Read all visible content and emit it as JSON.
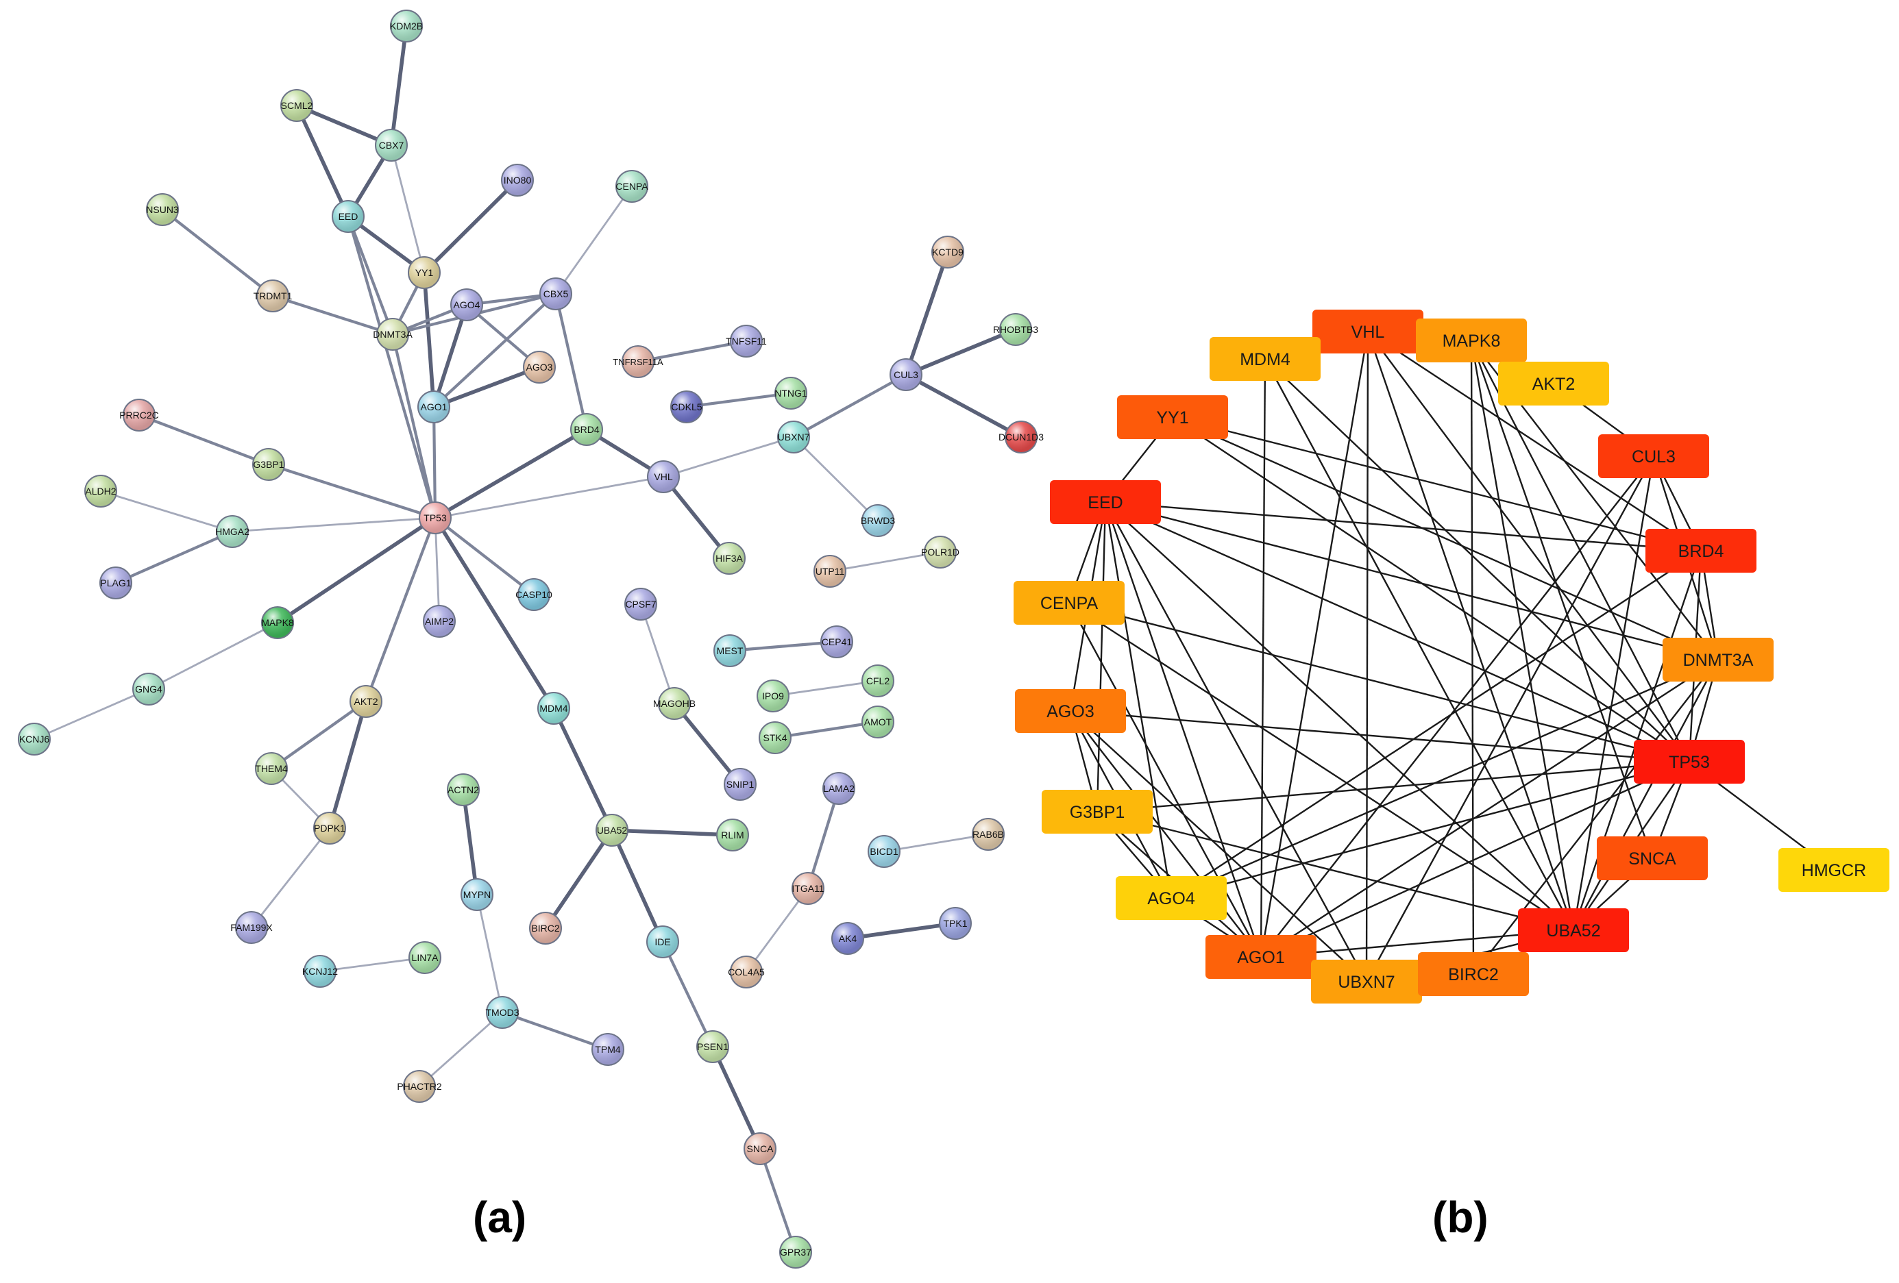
{
  "panel_a": {
    "label": "(a)",
    "nodes": [
      {
        "id": "KDM2B",
        "color": "#a6e0c5"
      },
      {
        "id": "SCML2",
        "color": "#c2dea0"
      },
      {
        "id": "CBX7",
        "color": "#a6e0c5"
      },
      {
        "id": "INO80",
        "color": "#a9a9e2"
      },
      {
        "id": "CENPA",
        "color": "#a6e0c5"
      },
      {
        "id": "NSUN3",
        "color": "#c2dea0"
      },
      {
        "id": "EED",
        "color": "#8fd8d8"
      },
      {
        "id": "YY1",
        "color": "#ddd09a"
      },
      {
        "id": "TRDMT1",
        "color": "#ddc7a8"
      },
      {
        "id": "AGO4",
        "color": "#a9a9e2"
      },
      {
        "id": "CBX5",
        "color": "#a9a9e2"
      },
      {
        "id": "DNMT3A",
        "color": "#d3e0ad"
      },
      {
        "id": "AGO3",
        "color": "#e5c1a6"
      },
      {
        "id": "KCTD9",
        "color": "#e5c1a6"
      },
      {
        "id": "RHOBTB3",
        "color": "#a6e0a6"
      },
      {
        "id": "TNFRSF11A",
        "color": "#e5b4a6"
      },
      {
        "id": "TNFSF11",
        "color": "#a9a9e2"
      },
      {
        "id": "CUL3",
        "color": "#a9a9e2"
      },
      {
        "id": "AGO1",
        "color": "#9ad4e8"
      },
      {
        "id": "CDKL5",
        "color": "#6f73c8"
      },
      {
        "id": "NTNG1",
        "color": "#a6e0a6"
      },
      {
        "id": "PRRC2C",
        "color": "#e5a6a6"
      },
      {
        "id": "BRD4",
        "color": "#a6e0a6"
      },
      {
        "id": "UBXN7",
        "color": "#8fe0d8"
      },
      {
        "id": "DCUN1D3",
        "color": "#e54a4a"
      },
      {
        "id": "G3BP1",
        "color": "#c2dea0"
      },
      {
        "id": "VHL",
        "color": "#a9a9e2"
      },
      {
        "id": "ALDH2",
        "color": "#c2dea0"
      },
      {
        "id": "TP53",
        "color": "#f0a8a8"
      },
      {
        "id": "BRWD3",
        "color": "#9ad4e8"
      },
      {
        "id": "HMGA2",
        "color": "#a6e0c5"
      },
      {
        "id": "HIF3A",
        "color": "#c2e0a6"
      },
      {
        "id": "UTP11",
        "color": "#e5c1a6"
      },
      {
        "id": "POLR1D",
        "color": "#d3e0ad"
      },
      {
        "id": "CASP10",
        "color": "#7fc8e0"
      },
      {
        "id": "PLAG1",
        "color": "#a9a9e2"
      },
      {
        "id": "AIMP2",
        "color": "#a9a9e2"
      },
      {
        "id": "CPSF7",
        "color": "#a9a9e2"
      },
      {
        "id": "MAPK8",
        "color": "#3fb85a"
      },
      {
        "id": "MEST",
        "color": "#8fd8e0"
      },
      {
        "id": "CEP41",
        "color": "#a9a9e2"
      },
      {
        "id": "CFL2",
        "color": "#a6e0a6"
      },
      {
        "id": "GNG4",
        "color": "#a6e0c5"
      },
      {
        "id": "IPO9",
        "color": "#a6e0a6"
      },
      {
        "id": "AKT2",
        "color": "#ddd09a"
      },
      {
        "id": "MAGOHB",
        "color": "#c2e0a6"
      },
      {
        "id": "MDM4",
        "color": "#8fe0d8"
      },
      {
        "id": "STK4",
        "color": "#a6e0a6"
      },
      {
        "id": "AMOT",
        "color": "#a6e0a6"
      },
      {
        "id": "KCNJ6",
        "color": "#a6e0c5"
      },
      {
        "id": "THEM4",
        "color": "#c2e0a6"
      },
      {
        "id": "SNIP1",
        "color": "#a9a9e2"
      },
      {
        "id": "LAMA2",
        "color": "#a9a9e2"
      },
      {
        "id": "ACTN2",
        "color": "#a6e0a6"
      },
      {
        "id": "PDPK1",
        "color": "#ddd09a"
      },
      {
        "id": "UBA52",
        "color": "#c2e0a6"
      },
      {
        "id": "RLIM",
        "color": "#a6e0a6"
      },
      {
        "id": "RAB6B",
        "color": "#ddc7a8"
      },
      {
        "id": "BICD1",
        "color": "#9ad4e8"
      },
      {
        "id": "ITGA11",
        "color": "#e5b4a6"
      },
      {
        "id": "MYPN",
        "color": "#9ad4e8"
      },
      {
        "id": "FAM199X",
        "color": "#a9a9e2"
      },
      {
        "id": "BIRC2",
        "color": "#e5b4a6"
      },
      {
        "id": "AK4",
        "color": "#7f86d4"
      },
      {
        "id": "TPK1",
        "color": "#9aa4e0"
      },
      {
        "id": "KCNJ12",
        "color": "#8fd8e0"
      },
      {
        "id": "LIN7A",
        "color": "#a6e0a6"
      },
      {
        "id": "IDE",
        "color": "#8fd8e0"
      },
      {
        "id": "COL4A5",
        "color": "#e5c1a6"
      },
      {
        "id": "TMOD3",
        "color": "#8fd8e0"
      },
      {
        "id": "TPM4",
        "color": "#a9a9e2"
      },
      {
        "id": "PSEN1",
        "color": "#c2e0a6"
      },
      {
        "id": "PHACTR2",
        "color": "#ddc7a8"
      },
      {
        "id": "SNCA",
        "color": "#e5b4a6"
      },
      {
        "id": "GPR37",
        "color": "#a6e0a6"
      }
    ],
    "edges": [
      [
        "KDM2B",
        "CBX7",
        4
      ],
      [
        "SCML2",
        "CBX7",
        4
      ],
      [
        "SCML2",
        "EED",
        4
      ],
      [
        "CBX7",
        "EED",
        4
      ],
      [
        "CBX7",
        "YY1",
        2
      ],
      [
        "INO80",
        "YY1",
        4
      ],
      [
        "EED",
        "YY1",
        4
      ],
      [
        "EED",
        "DNMT3A",
        3
      ],
      [
        "NSUN3",
        "TRDMT1",
        3
      ],
      [
        "TRDMT1",
        "DNMT3A",
        3
      ],
      [
        "YY1",
        "AGO1",
        4
      ],
      [
        "YY1",
        "DNMT3A",
        3
      ],
      [
        "DNMT3A",
        "AGO4",
        3
      ],
      [
        "DNMT3A",
        "CBX5",
        3
      ],
      [
        "DNMT3A",
        "TP53",
        3
      ],
      [
        "AGO4",
        "AGO1",
        4
      ],
      [
        "AGO4",
        "AGO3",
        3
      ],
      [
        "AGO4",
        "CBX5",
        3
      ],
      [
        "CBX5",
        "AGO1",
        3
      ],
      [
        "AGO1",
        "AGO3",
        4
      ],
      [
        "AGO1",
        "TP53",
        3
      ],
      [
        "CENPA",
        "CBX5",
        2
      ],
      [
        "CBX5",
        "BRD4",
        3
      ],
      [
        "EED",
        "TP53",
        3
      ],
      [
        "TNFRSF11A",
        "TNFSF11",
        3
      ],
      [
        "CDKL5",
        "NTNG1",
        3
      ],
      [
        "KCTD9",
        "CUL3",
        4
      ],
      [
        "RHOBTB3",
        "CUL3",
        4
      ],
      [
        "CUL3",
        "DCUN1D3",
        4
      ],
      [
        "CUL3",
        "UBXN7",
        3
      ],
      [
        "BRD4",
        "TP53",
        4
      ],
      [
        "BRD4",
        "VHL",
        4
      ],
      [
        "UBXN7",
        "VHL",
        2
      ],
      [
        "VHL",
        "TP53",
        2
      ],
      [
        "VHL",
        "HIF3A",
        4
      ],
      [
        "UBXN7",
        "BRWD3",
        2
      ],
      [
        "PRRC2C",
        "G3BP1",
        3
      ],
      [
        "G3BP1",
        "TP53",
        3
      ],
      [
        "ALDH2",
        "HMGA2",
        2
      ],
      [
        "HMGA2",
        "TP53",
        2
      ],
      [
        "HMGA2",
        "PLAG1",
        3
      ],
      [
        "TP53",
        "CASP10",
        3
      ],
      [
        "TP53",
        "AIMP2",
        2
      ],
      [
        "TP53",
        "MAPK8",
        4
      ],
      [
        "TP53",
        "AKT2",
        3
      ],
      [
        "TP53",
        "MDM4",
        4
      ],
      [
        "UTP11",
        "POLR1D",
        2
      ],
      [
        "MAPK8",
        "GNG4",
        2
      ],
      [
        "GNG4",
        "KCNJ6",
        2
      ],
      [
        "AKT2",
        "THEM4",
        3
      ],
      [
        "AKT2",
        "PDPK1",
        4
      ],
      [
        "THEM4",
        "PDPK1",
        2
      ],
      [
        "PDPK1",
        "FAM199X",
        2
      ],
      [
        "CPSF7",
        "MAGOHB",
        2
      ],
      [
        "MAGOHB",
        "SNIP1",
        4
      ],
      [
        "MEST",
        "CEP41",
        3
      ],
      [
        "IPO9",
        "CFL2",
        2
      ],
      [
        "STK4",
        "AMOT",
        3
      ],
      [
        "MDM4",
        "UBA52",
        4
      ],
      [
        "UBA52",
        "RLIM",
        4
      ],
      [
        "UBA52",
        "BIRC2",
        4
      ],
      [
        "UBA52",
        "IDE",
        4
      ],
      [
        "IDE",
        "PSEN1",
        3
      ],
      [
        "PSEN1",
        "SNCA",
        4
      ],
      [
        "SNCA",
        "GPR37",
        3
      ],
      [
        "LAMA2",
        "ITGA11",
        3
      ],
      [
        "ITGA11",
        "COL4A5",
        2
      ],
      [
        "BICD1",
        "RAB6B",
        2
      ],
      [
        "AK4",
        "TPK1",
        4
      ],
      [
        "ACTN2",
        "MYPN",
        4
      ],
      [
        "MYPN",
        "TMOD3",
        2
      ],
      [
        "TMOD3",
        "TPM4",
        3
      ],
      [
        "TMOD3",
        "PHACTR2",
        2
      ],
      [
        "KCNJ12",
        "LIN7A",
        2
      ]
    ]
  },
  "panel_b": {
    "label": "(b)",
    "nodes": [
      {
        "id": "VHL",
        "color": "#fc4e0a"
      },
      {
        "id": "MDM4",
        "color": "#fdb00a"
      },
      {
        "id": "MAPK8",
        "color": "#fd9a0a"
      },
      {
        "id": "AKT2",
        "color": "#fec30a"
      },
      {
        "id": "YY1",
        "color": "#fd5a0a"
      },
      {
        "id": "CUL3",
        "color": "#fd3a0a"
      },
      {
        "id": "EED",
        "color": "#fd2a0a"
      },
      {
        "id": "BRD4",
        "color": "#fd2d0a"
      },
      {
        "id": "CENPA",
        "color": "#fdab0a"
      },
      {
        "id": "DNMT3A",
        "color": "#fd8f0a"
      },
      {
        "id": "AGO3",
        "color": "#fd7a0a"
      },
      {
        "id": "TP53",
        "color": "#fd180a"
      },
      {
        "id": "G3BP1",
        "color": "#fdb80a"
      },
      {
        "id": "SNCA",
        "color": "#fd520a"
      },
      {
        "id": "HMGCR",
        "color": "#fed70a"
      },
      {
        "id": "AGO4",
        "color": "#fed10a"
      },
      {
        "id": "UBA52",
        "color": "#fd1e0a"
      },
      {
        "id": "AGO1",
        "color": "#fd620a"
      },
      {
        "id": "UBXN7",
        "color": "#fd9f0a"
      },
      {
        "id": "BIRC2",
        "color": "#fd760a"
      }
    ],
    "edges": [
      [
        "VHL",
        "UBXN7"
      ],
      [
        "VHL",
        "UBA52"
      ],
      [
        "VHL",
        "TP53"
      ],
      [
        "VHL",
        "BRD4"
      ],
      [
        "VHL",
        "AGO1"
      ],
      [
        "MDM4",
        "TP53"
      ],
      [
        "MDM4",
        "UBA52"
      ],
      [
        "MDM4",
        "AGO1"
      ],
      [
        "MAPK8",
        "TP53"
      ],
      [
        "MAPK8",
        "UBA52"
      ],
      [
        "MAPK8",
        "BIRC2"
      ],
      [
        "MAPK8",
        "DNMT3A"
      ],
      [
        "MAPK8",
        "SNCA"
      ],
      [
        "AKT2",
        "CUL3"
      ],
      [
        "YY1",
        "EED"
      ],
      [
        "YY1",
        "TP53"
      ],
      [
        "YY1",
        "BRD4"
      ],
      [
        "YY1",
        "DNMT3A"
      ],
      [
        "CUL3",
        "BRD4"
      ],
      [
        "CUL3",
        "DNMT3A"
      ],
      [
        "CUL3",
        "UBA52"
      ],
      [
        "CUL3",
        "UBXN7"
      ],
      [
        "CUL3",
        "AGO1"
      ],
      [
        "EED",
        "BRD4"
      ],
      [
        "EED",
        "DNMT3A"
      ],
      [
        "EED",
        "TP53"
      ],
      [
        "EED",
        "AGO4"
      ],
      [
        "EED",
        "AGO1"
      ],
      [
        "EED",
        "UBA52"
      ],
      [
        "EED",
        "G3BP1"
      ],
      [
        "EED",
        "CENPA"
      ],
      [
        "EED",
        "AGO3"
      ],
      [
        "EED",
        "UBXN7"
      ],
      [
        "BRD4",
        "TP53"
      ],
      [
        "BRD4",
        "DNMT3A"
      ],
      [
        "BRD4",
        "AGO4"
      ],
      [
        "BRD4",
        "UBA52"
      ],
      [
        "CENPA",
        "TP53"
      ],
      [
        "CENPA",
        "UBA52"
      ],
      [
        "CENPA",
        "AGO1"
      ],
      [
        "DNMT3A",
        "TP53"
      ],
      [
        "DNMT3A",
        "AGO4"
      ],
      [
        "DNMT3A",
        "AGO1"
      ],
      [
        "DNMT3A",
        "BIRC2"
      ],
      [
        "DNMT3A",
        "UBA52"
      ],
      [
        "AGO3",
        "AGO4"
      ],
      [
        "AGO3",
        "AGO1"
      ],
      [
        "AGO3",
        "TP53"
      ],
      [
        "AGO3",
        "G3BP1"
      ],
      [
        "AGO3",
        "UBXN7"
      ],
      [
        "TP53",
        "G3BP1"
      ],
      [
        "TP53",
        "AGO4"
      ],
      [
        "TP53",
        "SNCA"
      ],
      [
        "TP53",
        "UBA52"
      ],
      [
        "TP53",
        "HMGCR"
      ],
      [
        "TP53",
        "AGO1"
      ],
      [
        "G3BP1",
        "AGO4"
      ],
      [
        "G3BP1",
        "AGO1"
      ],
      [
        "G3BP1",
        "UBA52"
      ],
      [
        "SNCA",
        "UBA52"
      ],
      [
        "AGO4",
        "AGO1"
      ],
      [
        "UBA52",
        "BIRC2"
      ],
      [
        "UBA52",
        "UBXN7"
      ],
      [
        "UBA52",
        "AGO1"
      ]
    ]
  }
}
